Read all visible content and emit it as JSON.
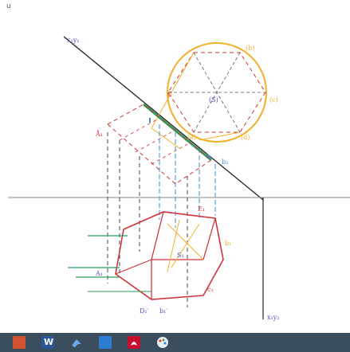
{
  "window": {
    "corner_mark": "u"
  },
  "drawing": {
    "labels": {
      "xy_top": "x₁y₁",
      "xy_bottom": "x₁y₂",
      "p_left": "Å₁",
      "b2": "b₂",
      "p_side_c": "C",
      "p_mid": "(S)",
      "p_b": "(b)",
      "p_c": "(c)",
      "p_a": "(a)",
      "p_d": "(d)",
      "e1": "E₁",
      "b1_right": "b₁",
      "c1": "c₁",
      "a1": "A₁",
      "s1": "S₁",
      "d1": "D₁′",
      "bot_b1": "b₁′"
    },
    "colors": {
      "ink": "#222222",
      "red": "#d0343b",
      "yellow": "#f2b02a",
      "green": "#2e9e5b",
      "blue": "#3a8fd1",
      "purple": "#5a4fc4"
    }
  },
  "taskbar": {
    "icons": [
      "powerpoint-icon",
      "word-icon",
      "app-icon",
      "app-icon-2",
      "acrobat-icon",
      "paint-icon"
    ]
  }
}
